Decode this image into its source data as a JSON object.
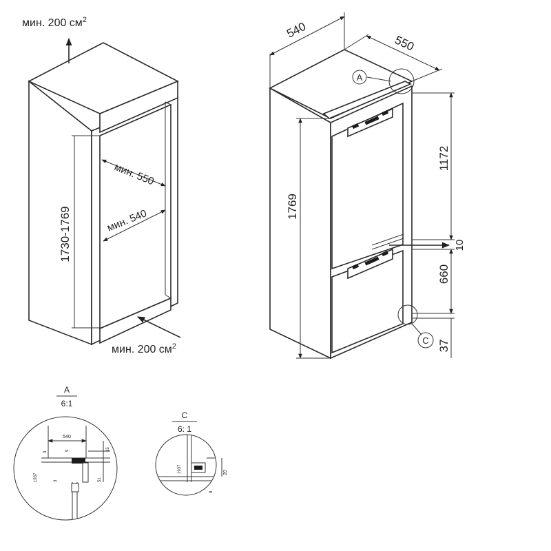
{
  "niche": {
    "top_vent_label": "мин. 200 см",
    "top_vent_sup": "2",
    "depth_label": "мин. 550",
    "width_label": "мин. 540",
    "height_label": "1730-1769",
    "bottom_vent_label": "мин. 200 см",
    "bottom_vent_sup": "2"
  },
  "appliance": {
    "width": "540",
    "depth": "550",
    "total_height": "1769",
    "upper_height": "1172",
    "gap": "10",
    "lower_height": "660",
    "base_height": "37",
    "callout_a": "A",
    "callout_c": "C"
  },
  "detail_a": {
    "title": "A",
    "scale": "6:1",
    "dim_540": "540",
    "dim_3a": "3",
    "dim_9": "9",
    "dim_15": "15",
    "dim_1937": "1937",
    "dim_3b": "3",
    "dim_51": "51"
  },
  "detail_c": {
    "title": "C",
    "scale": "6: 1",
    "dim_1937": "1937",
    "dim_20": "20",
    "dim_8": "8"
  }
}
